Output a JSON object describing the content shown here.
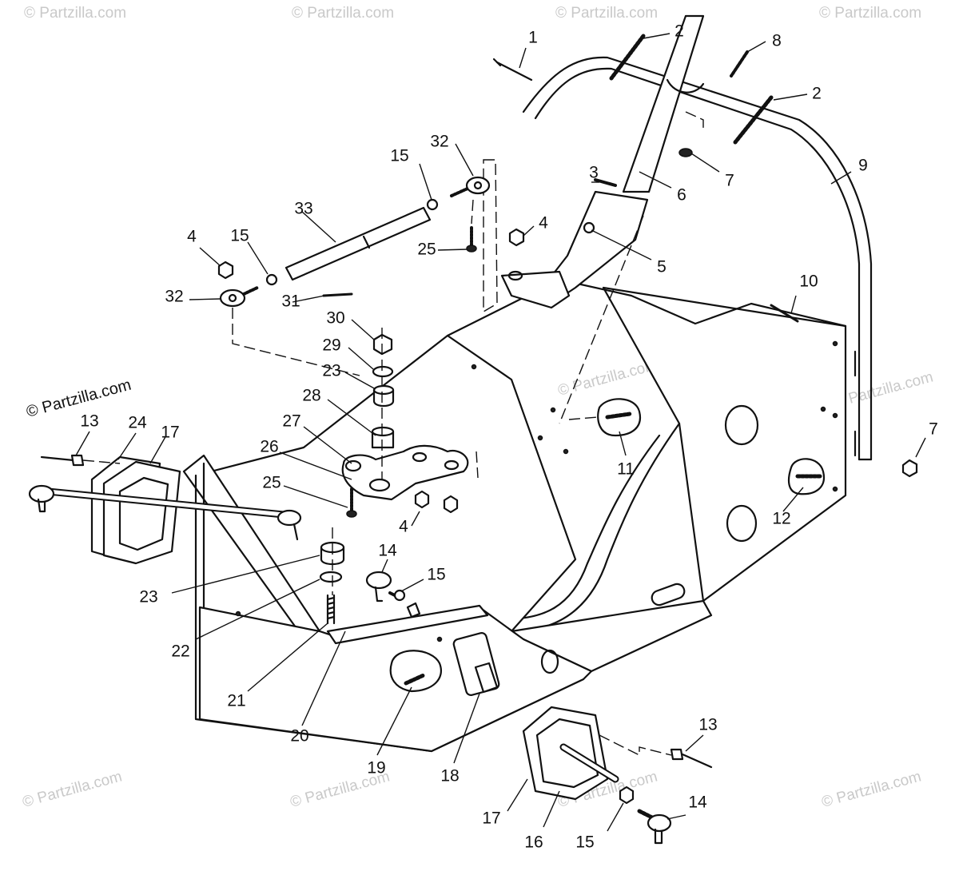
{
  "watermark": "© Partzilla.com",
  "callouts": [
    {
      "id": "c1",
      "label": "1"
    },
    {
      "id": "c2a",
      "label": "2"
    },
    {
      "id": "c2b",
      "label": "2"
    },
    {
      "id": "c3",
      "label": "3"
    },
    {
      "id": "c4a",
      "label": "4"
    },
    {
      "id": "c4b",
      "label": "4"
    },
    {
      "id": "c4c",
      "label": "4"
    },
    {
      "id": "c5",
      "label": "5"
    },
    {
      "id": "c6",
      "label": "6"
    },
    {
      "id": "c7a",
      "label": "7"
    },
    {
      "id": "c7b",
      "label": "7"
    },
    {
      "id": "c8",
      "label": "8"
    },
    {
      "id": "c9",
      "label": "9"
    },
    {
      "id": "c10",
      "label": "10"
    },
    {
      "id": "c11",
      "label": "11"
    },
    {
      "id": "c12",
      "label": "12"
    },
    {
      "id": "c13a",
      "label": "13"
    },
    {
      "id": "c13b",
      "label": "13"
    },
    {
      "id": "c14a",
      "label": "14"
    },
    {
      "id": "c14b",
      "label": "14"
    },
    {
      "id": "c15a",
      "label": "15"
    },
    {
      "id": "c15b",
      "label": "15"
    },
    {
      "id": "c15c",
      "label": "15"
    },
    {
      "id": "c15d",
      "label": "15"
    },
    {
      "id": "c16",
      "label": "16"
    },
    {
      "id": "c17a",
      "label": "17"
    },
    {
      "id": "c17b",
      "label": "17"
    },
    {
      "id": "c18",
      "label": "18"
    },
    {
      "id": "c19",
      "label": "19"
    },
    {
      "id": "c20",
      "label": "20"
    },
    {
      "id": "c21",
      "label": "21"
    },
    {
      "id": "c22",
      "label": "22"
    },
    {
      "id": "c23a",
      "label": "23"
    },
    {
      "id": "c23b",
      "label": "23"
    },
    {
      "id": "c24",
      "label": "24"
    },
    {
      "id": "c25a",
      "label": "25"
    },
    {
      "id": "c25b",
      "label": "25"
    },
    {
      "id": "c26",
      "label": "26"
    },
    {
      "id": "c27",
      "label": "27"
    },
    {
      "id": "c28",
      "label": "28"
    },
    {
      "id": "c29",
      "label": "29"
    },
    {
      "id": "c30",
      "label": "30"
    },
    {
      "id": "c31",
      "label": "31"
    },
    {
      "id": "c32a",
      "label": "32"
    },
    {
      "id": "c32b",
      "label": "32"
    },
    {
      "id": "c33",
      "label": "33"
    }
  ]
}
